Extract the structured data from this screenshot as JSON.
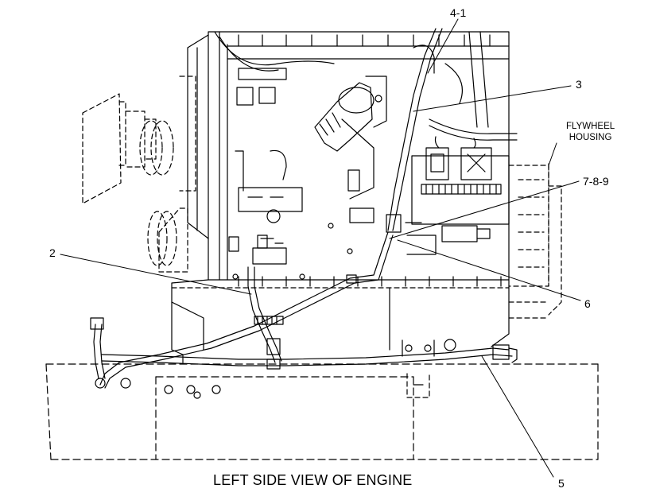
{
  "title": "LEFT SIDE VIEW OF ENGINE",
  "callouts": {
    "c4_1": "4-1",
    "c3": "3",
    "c7_8_9": "7-8-9",
    "c6": "6",
    "c2": "2",
    "c5": "5"
  },
  "flywheel_label": {
    "line1": "FLYWHEEL",
    "line2": "HOUSING"
  },
  "colors": {
    "ink": "#000000",
    "background": "#ffffff"
  }
}
